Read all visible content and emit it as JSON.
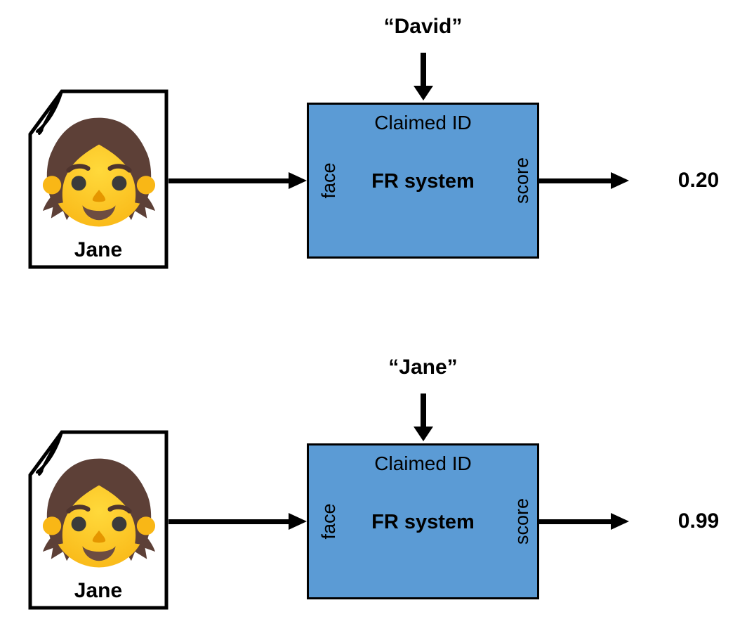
{
  "colors": {
    "background": "#ffffff",
    "box_fill": "#5b9bd5",
    "box_border": "#000000",
    "arrow": "#000000",
    "page_fill": "#ffffff",
    "page_border": "#000000",
    "text": "#000000"
  },
  "rows": [
    {
      "claimed_id": "“David”",
      "probe_name": "Jane",
      "probe_icon": "girl-face-photo",
      "box_top_label": "Claimed ID",
      "box_title": "FR system",
      "input_label": "face",
      "output_label": "score",
      "score": "0.20"
    },
    {
      "claimed_id": "“Jane”",
      "probe_name": "Jane",
      "probe_icon": "girl-face-photo",
      "box_top_label": "Claimed ID",
      "box_title": "FR system",
      "input_label": "face",
      "output_label": "score",
      "score": "0.99"
    }
  ]
}
